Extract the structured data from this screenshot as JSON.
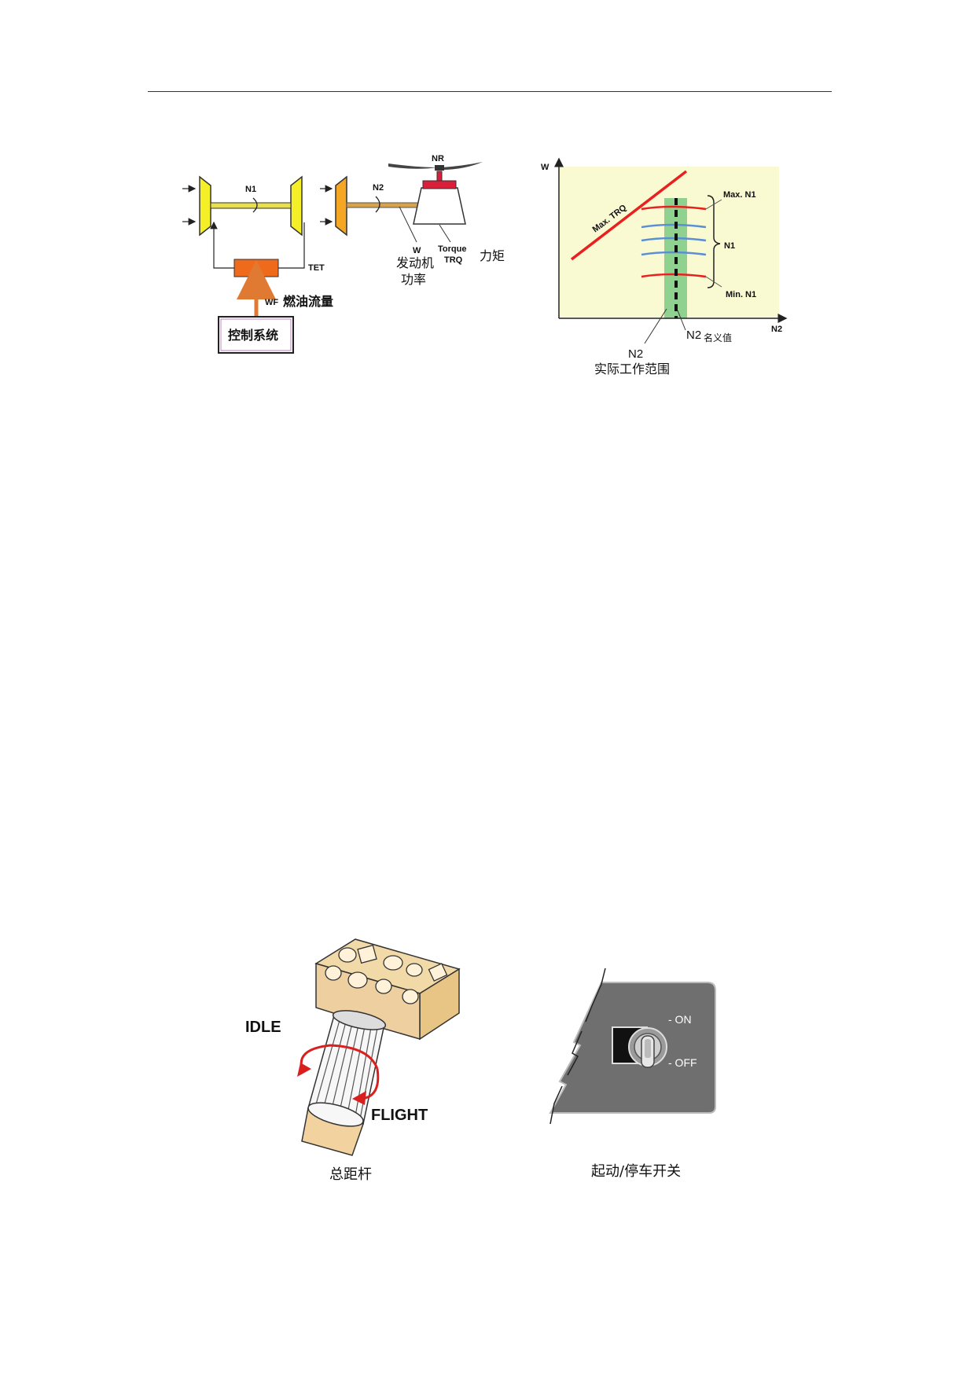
{
  "engine_diagram": {
    "n1": "N1",
    "n2": "N2",
    "nr": "NR",
    "tet": "TET",
    "wf": "WF",
    "fuel_flow": "燃油流量",
    "w": "W",
    "engine_power_line1": "发动机",
    "engine_power_line2": "功率",
    "torque": "Torque",
    "trq": "TRQ",
    "torque_zh": "力矩",
    "control_system": "控制系统"
  },
  "chart": {
    "y_axis": "W",
    "x_axis": "N2",
    "max_trq": "Max. TRQ",
    "max_n1": "Max. N1",
    "n1": "N1",
    "min_n1": "Min. N1",
    "n2_nominal": "N2",
    "nominal_suffix": "名义值",
    "n2_range_line1": "N2",
    "n2_range_line2": "实际工作范围",
    "background_color": "#fafad2",
    "band_color": "#8fd28f"
  },
  "collective": {
    "idle": "IDLE",
    "flight": "FLIGHT",
    "caption": "总距杆"
  },
  "switch": {
    "on": "- ON",
    "off": "- OFF",
    "caption": "起动/停车开关"
  }
}
